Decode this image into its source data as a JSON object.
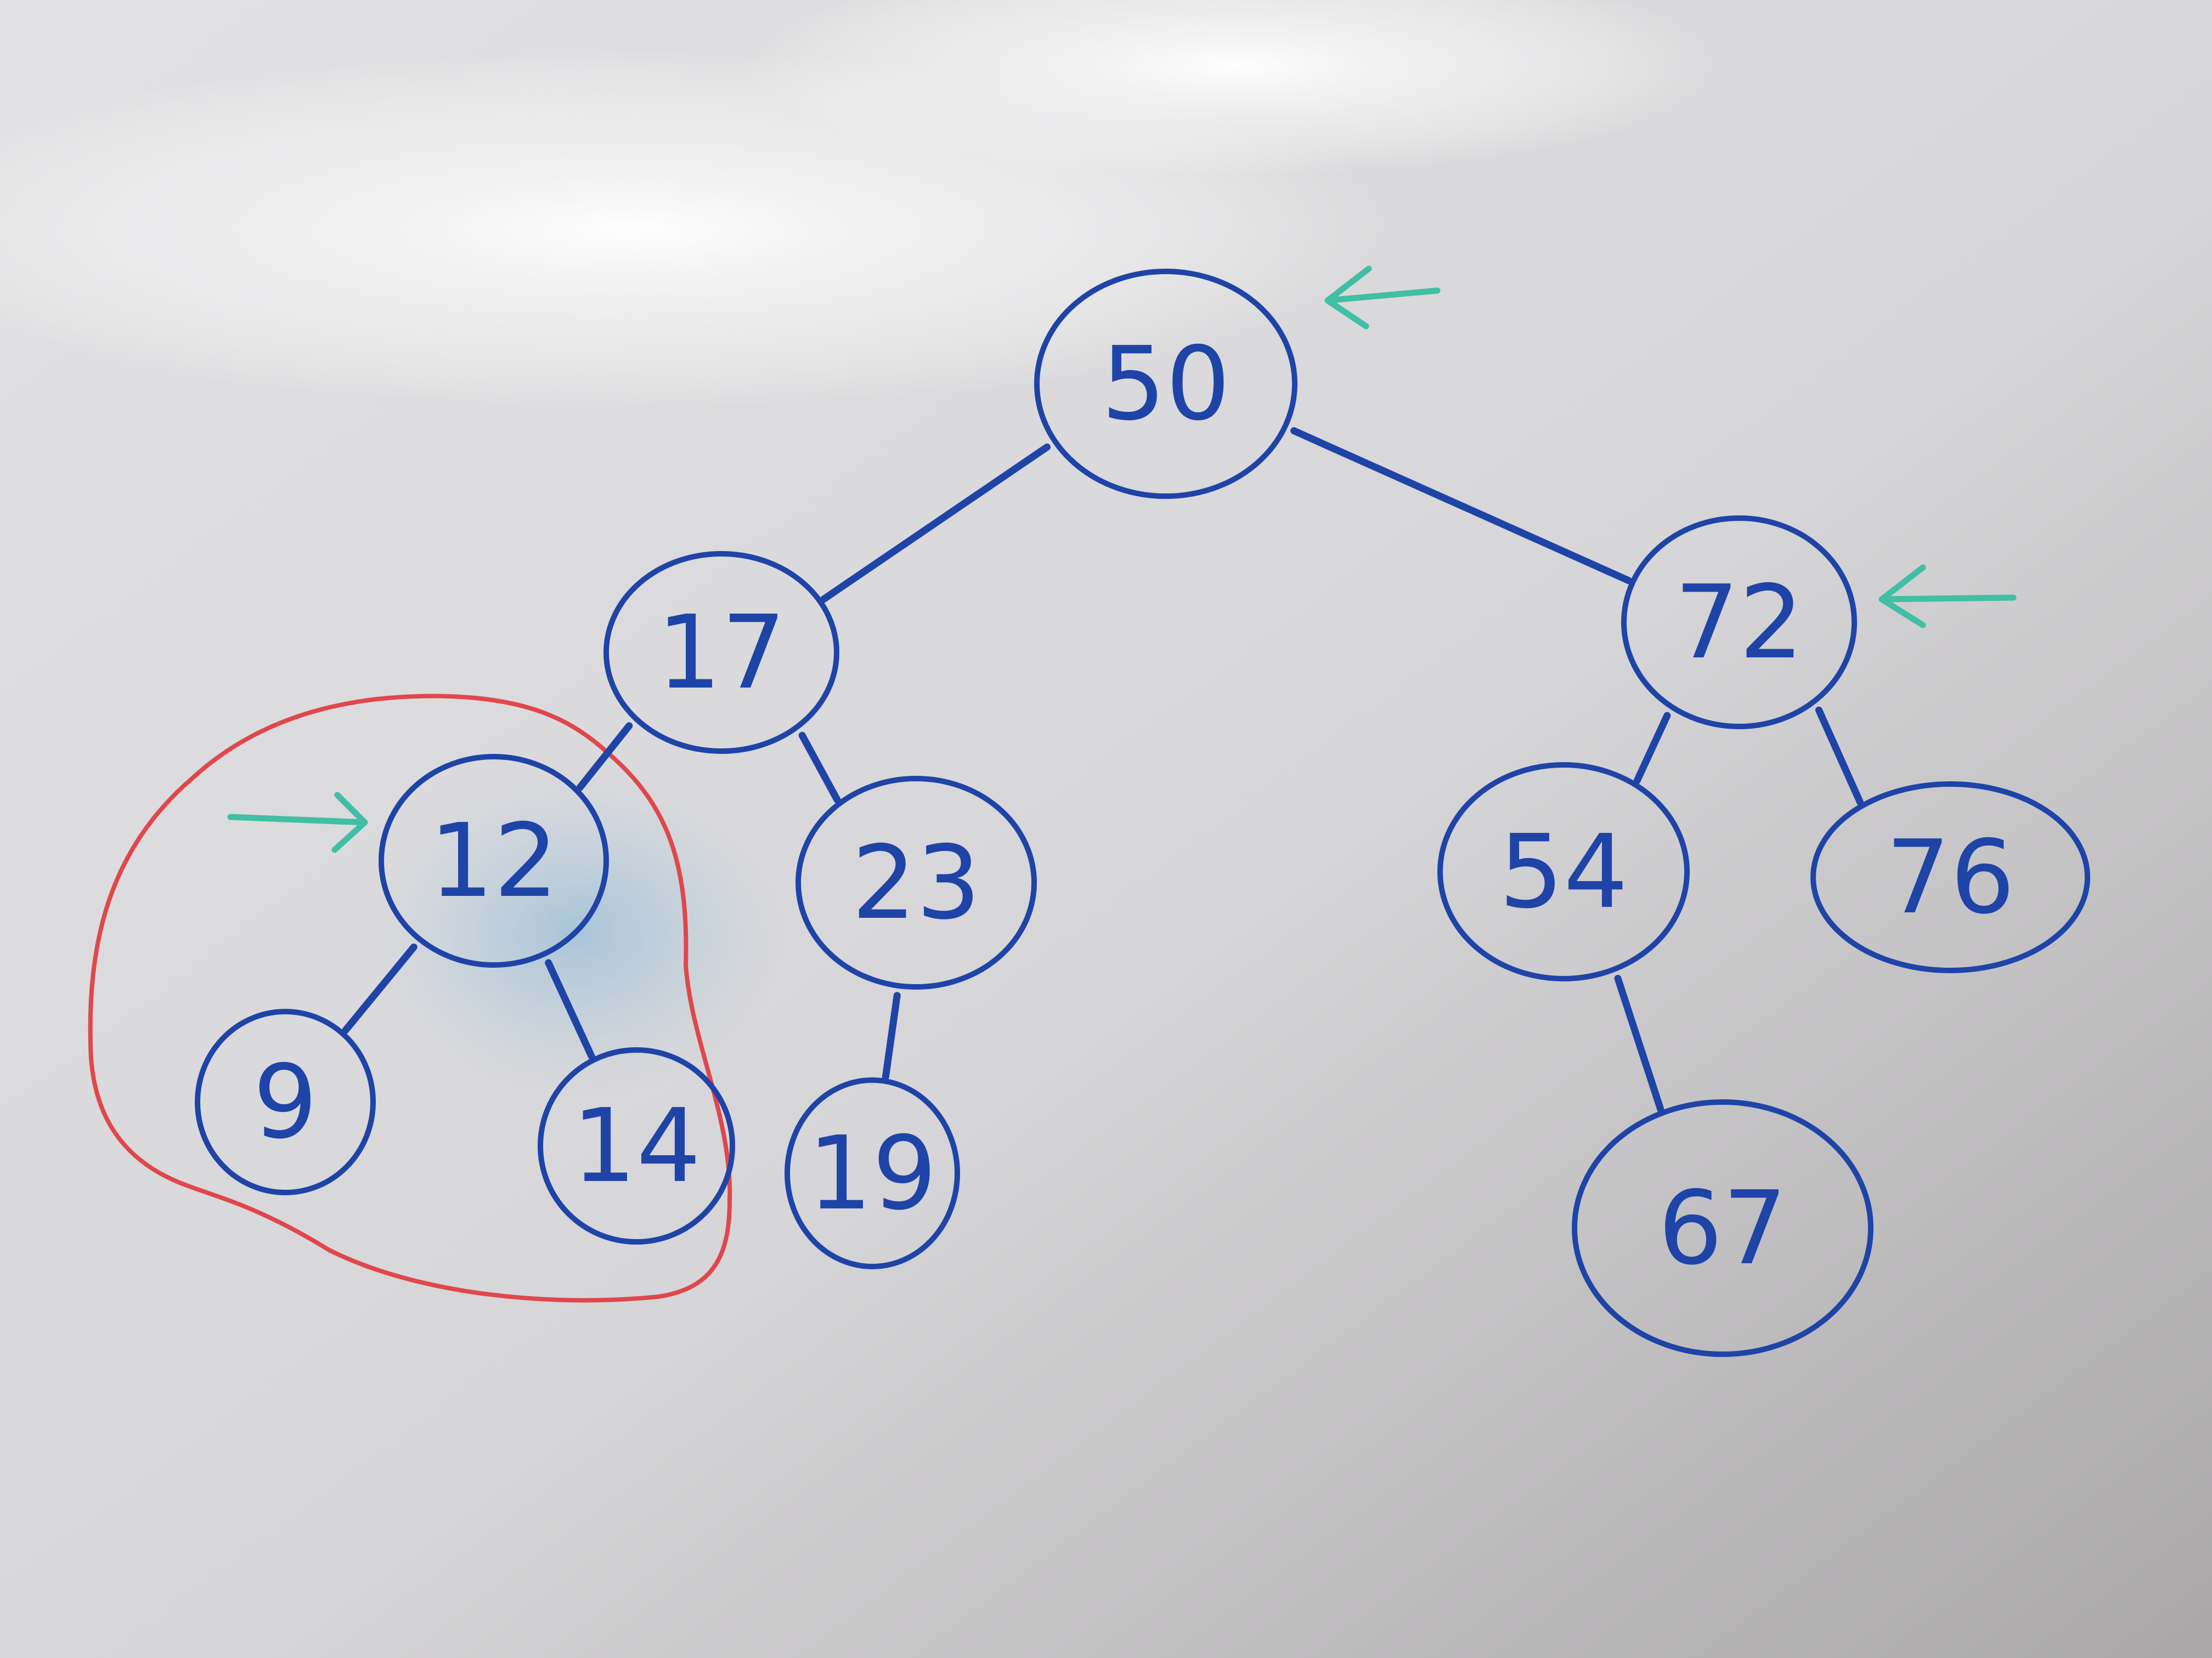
{
  "colors": {
    "ink_blue": "#1f44a8",
    "marker_red": "#e0474c",
    "marker_teal": "#3fbfa4",
    "board": "#dcdcde"
  },
  "tree": {
    "nodes": [
      {
        "id": "n50",
        "label": "50"
      },
      {
        "id": "n17",
        "label": "17"
      },
      {
        "id": "n72",
        "label": "72"
      },
      {
        "id": "n12",
        "label": "12"
      },
      {
        "id": "n23",
        "label": "23"
      },
      {
        "id": "n54",
        "label": "54"
      },
      {
        "id": "n76",
        "label": "76"
      },
      {
        "id": "n9",
        "label": "9"
      },
      {
        "id": "n14",
        "label": "14"
      },
      {
        "id": "n19",
        "label": "19"
      },
      {
        "id": "n67",
        "label": "67"
      }
    ],
    "edges": [
      {
        "from": "n50",
        "to": "n17"
      },
      {
        "from": "n50",
        "to": "n72"
      },
      {
        "from": "n17",
        "to": "n12"
      },
      {
        "from": "n17",
        "to": "n23"
      },
      {
        "from": "n72",
        "to": "n54"
      },
      {
        "from": "n72",
        "to": "n76"
      },
      {
        "from": "n12",
        "to": "n9"
      },
      {
        "from": "n12",
        "to": "n14"
      },
      {
        "from": "n23",
        "to": "n19"
      },
      {
        "from": "n54",
        "to": "n67"
      }
    ],
    "highlighted_subtree_root": "n12",
    "arrow_pointed_nodes": [
      "n50",
      "n72",
      "n12"
    ]
  }
}
